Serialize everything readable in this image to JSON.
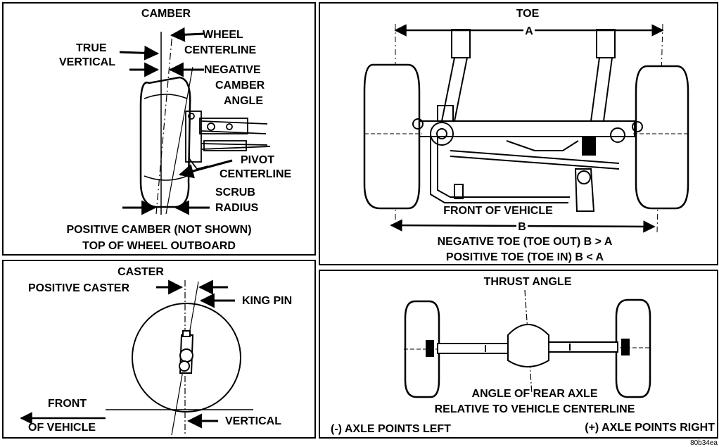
{
  "camber": {
    "title": "CAMBER",
    "true_vertical_1": "TRUE",
    "true_vertical_2": "VERTICAL",
    "wheel_centerline_1": "WHEEL",
    "wheel_centerline_2": "CENTERLINE",
    "negative_camber_1": "NEGATIVE",
    "negative_camber_2": "CAMBER",
    "negative_camber_3": "ANGLE",
    "pivot_centerline_1": "PIVOT",
    "pivot_centerline_2": "CENTERLINE",
    "scrub_radius_1": "SCRUB",
    "scrub_radius_2": "RADIUS",
    "note_1": "POSITIVE CAMBER (NOT SHOWN)",
    "note_2": "TOP OF WHEEL OUTBOARD"
  },
  "toe": {
    "title": "TOE",
    "dim_a": "A",
    "dim_b": "B",
    "front_of_vehicle": "FRONT OF VEHICLE",
    "note_1": "NEGATIVE TOE (TOE OUT) B > A",
    "note_2": "POSITIVE TOE (TOE IN) B < A"
  },
  "caster": {
    "title": "CASTER",
    "positive_caster": "POSITIVE CASTER",
    "king_pin": "KING PIN",
    "front_1": "FRONT",
    "front_2": "OF VEHICLE",
    "vertical": "VERTICAL"
  },
  "thrust": {
    "title": "THRUST ANGLE",
    "note_1": "ANGLE OF REAR AXLE",
    "note_2": "RELATIVE TO VEHICLE CENTERLINE",
    "left": "(-) AXLE POINTS LEFT",
    "right": "(+) AXLE POINTS RIGHT"
  },
  "figure_code": "80b34ea"
}
